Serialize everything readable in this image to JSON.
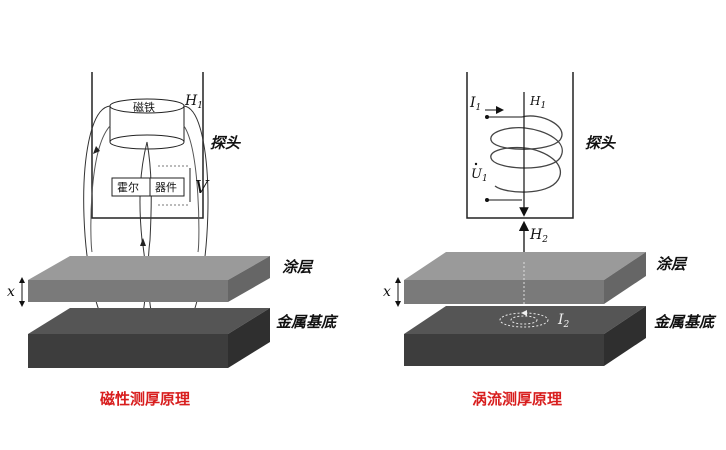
{
  "left": {
    "magnet_label": "磁铁",
    "H_label": "H",
    "H_sub": "1",
    "probe_label": "探头",
    "hall_label": "霍尔",
    "device_label": "器件",
    "V_label": "V",
    "coating_label": "涂层",
    "substrate_label": "金属基底",
    "x_label": "x",
    "caption": "磁性测厚原理"
  },
  "right": {
    "I_label": "I",
    "I_sub": "1",
    "H_label": "H",
    "H_sub": "1",
    "probe_label": "探头",
    "U_label": "U",
    "U_sub": "1",
    "H2_label": "H",
    "H2_sub": "2",
    "coating_label": "涂层",
    "I2_label": "I",
    "I2_sub": "2",
    "substrate_label": "金属基底",
    "x_label": "x",
    "caption": "涡流测厚原理"
  },
  "colors": {
    "coating_top": "#9a9a9a",
    "coating_front": "#7a7a7a",
    "coating_side": "#6a6a6a",
    "substrate_top": "#555555",
    "substrate_front": "#3d3d3d",
    "substrate_side": "#333333",
    "caption": "#d81e1e"
  }
}
